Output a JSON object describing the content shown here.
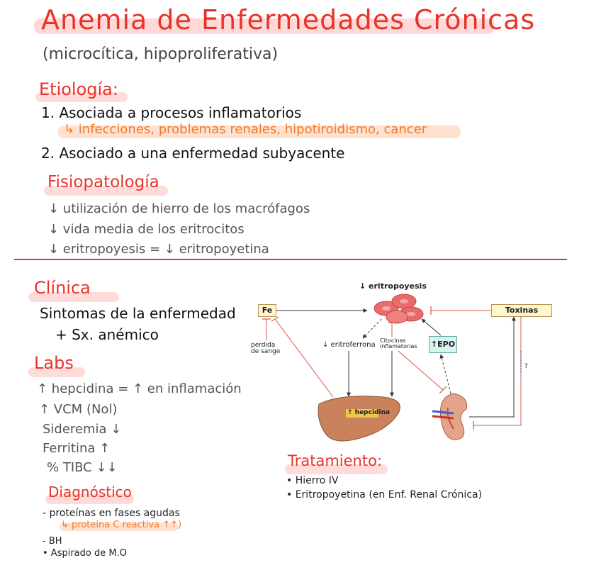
{
  "title": "Anemia de Enfermedades Crónicas",
  "subtitle": "(microcítica, hipoproliferativa)",
  "etiologia": {
    "heading": "Etiología:",
    "item1": "1. Asociada a procesos inflamatorios",
    "item1_sub": "↳ infecciones, problemas renales, hipotiroidismo, cancer",
    "item2": "2. Asociado a una enfermedad subyacente"
  },
  "fisiopatologia": {
    "heading": "Fisiopatología",
    "items": [
      "↓ utilización de hierro de los macrófagos",
      "↓ vida media de los eritrocitos",
      "↓ eritropoyesis = ↓ eritropoyetina"
    ]
  },
  "clinica": {
    "heading": "Clínica",
    "line1": "Sintomas de la enfermedad",
    "line2": "+ Sx. anémico"
  },
  "labs": {
    "heading": "Labs",
    "items": [
      "↑ hepcidina = ↑ en inflamación",
      "↑ VCM  (Nol)",
      "Sideremia ↓",
      "Ferritina ↑",
      "% TIBC ↓↓"
    ]
  },
  "diagnostico": {
    "heading": "Diagnóstico",
    "item1": "- proteínas en fases agudas",
    "item1_sub": "↳ proteina C reactiva ↑↑)",
    "item2": "- BH",
    "item3": "• Aspirado de M.O"
  },
  "tratamiento": {
    "heading": "Tratamiento:",
    "items": [
      "• Hierro IV",
      "• Eritropoyetina (en Enf. Renal Crónica)"
    ]
  },
  "diagram": {
    "eritropoyesis": "↓ eritropoyesis",
    "fe": "Fe",
    "toxinas": "Toxinas",
    "perdida": "perdida de sange",
    "eritroferrona": "↓ eritroferrona",
    "citocinas": "Citocinas inflamatorias",
    "epo": "↑EPO",
    "hepcidina": "↑ hepcidina",
    "question": "?"
  },
  "colors": {
    "accent_red": "#e8332a",
    "orange": "#f07a2c",
    "box_fill": "#fff6cc",
    "epo_fill": "#d9f3f1",
    "liver": "#c9825c",
    "rbc": "#e86a6a"
  }
}
